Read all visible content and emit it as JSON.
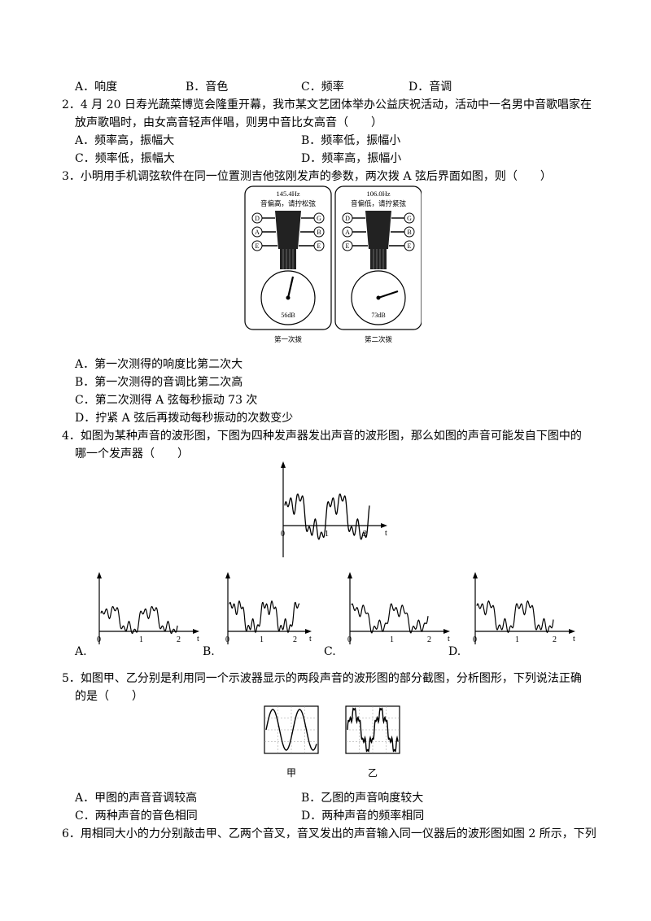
{
  "q1": {
    "options": [
      "A．响度",
      "B．音色",
      "C．频率",
      "D．音调"
    ]
  },
  "q2": {
    "line1": "2．4 月 20 日寿光蔬菜博览会隆重开幕，我市某文艺团体举办公益庆祝活动，活动中一名男中音歌唱家在",
    "line2": "放声歌唱时，由女高音轻声伴唱，则男中音比女高音（　　）",
    "options": [
      "A．频率高，振幅大",
      "B．频率低，振幅小",
      "C．频率低，振幅大",
      "D．频率高，振幅小"
    ]
  },
  "q3": {
    "line1": "3．小明用手机调弦软件在同一位置测吉他弦刚发声的参数，两次拨 A 弦后界面如图，则（　　）",
    "panel1": {
      "freq": "145.4Hz",
      "hint": "音偏高，请拧松弦",
      "db": "56dB",
      "caption": "第一次拨"
    },
    "panel2": {
      "freq": "106.0Hz",
      "hint": "音偏低，请拧紧弦",
      "db": "73dB",
      "caption": "第二次拨"
    },
    "pegs_left": [
      "D",
      "A",
      "E"
    ],
    "pegs_right": [
      "G",
      "B",
      "E"
    ],
    "options": [
      "A．第一次测得的响度比第二次大",
      "B．第一次测得的音调比第二次高",
      "C．第二次测得 A 弦每秒振动 73 次",
      "D．拧紧 A 弦后再拨动每秒振动的次数变少"
    ]
  },
  "q4": {
    "line1": "4．如图为某种声音的波形图，下图为四种发声器发出声音的波形图，那么如图的声音可能发自下图中的",
    "line2": "哪一个发声器（　　）",
    "axis_labels": {
      "t": "t",
      "zero": "0",
      "one": "1",
      "two": "2"
    },
    "options": [
      "A.",
      "B.",
      "C.",
      "D."
    ]
  },
  "q5": {
    "line1": "5．如图甲、乙分别是利用同一个示波器显示的两段声音的波形图的部分截图，分析图形，下列说法正确",
    "line2": "的是（　　）",
    "captions": [
      "甲",
      "乙"
    ],
    "options": [
      "A．甲图的声音音调较高",
      "B．乙图的声音响度较大",
      "C．两种声音的音色相同",
      "D．两种声音的频率相同"
    ]
  },
  "q6": {
    "line1": "6．用相同大小的力分别敲击甲、乙两个音叉，音叉发出的声音输入同一仪器后的波形图如图 2 所示，下列"
  }
}
